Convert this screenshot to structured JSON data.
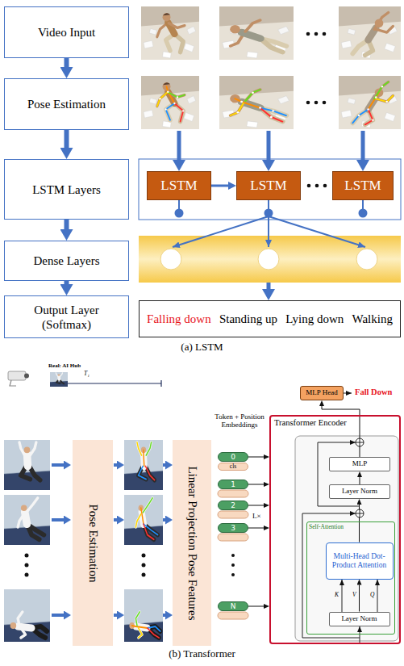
{
  "diagram": {
    "nodes": [
      {
        "text": [
          "Video Input"
        ]
      },
      {
        "text": [
          "Pose Estimation"
        ]
      },
      {
        "text": [
          "LSTM Layers"
        ]
      },
      {
        "text": [
          "LSTM"
        ]
      },
      {
        "text": [
          "LSTM"
        ]
      },
      {
        "text": [
          "LSTM"
        ]
      },
      {
        "text": [
          "Dense Layers"
        ]
      },
      {
        "text": [
          "Output Layer (Softmax)"
        ]
      },
      {
        "text": [
          "Falling down",
          "Standing up",
          "Lying down",
          "Walking"
        ]
      },
      {
        "text": [
          "Pose Estimation"
        ]
      },
      {
        "text": [
          "Linear Projection Pose Features"
        ]
      },
      {
        "text": [
          "0"
        ]
      },
      {
        "text": [
          "cls"
        ]
      },
      {
        "text": [
          "1"
        ]
      },
      {
        "text": [
          "2"
        ]
      },
      {
        "text": [
          "3"
        ]
      },
      {
        "text": [
          "N"
        ]
      },
      {
        "text": [
          "MLP Head"
        ]
      },
      {
        "text": [
          "Transformer Encoder"
        ]
      },
      {
        "text": [
          "MLP"
        ],
        "in": 18
      },
      {
        "text": [
          "Layer Norm"
        ],
        "in": 18
      },
      {
        "text": [
          "Self-Attention"
        ],
        "in": 18
      },
      {
        "text": [
          "Multi-Head Dot-Product Attention"
        ],
        "in": 21
      },
      {
        "text": [
          "Layer Norm"
        ],
        "in": 21
      }
    ],
    "edges": [
      {
        "from": 0,
        "to": 1,
        "arrow": "to"
      },
      {
        "from": 1,
        "to": 2,
        "arrow": "to"
      },
      {
        "from": 2,
        "to": 6,
        "arrow": "to"
      },
      {
        "from": 6,
        "to": 7,
        "arrow": "to"
      },
      {
        "from": 3,
        "to": 4,
        "arrow": "to"
      },
      {
        "from": 11,
        "to": 18,
        "arrow": "to"
      },
      {
        "from": 13,
        "to": 18,
        "arrow": "to"
      },
      {
        "from": 14,
        "to": 18,
        "arrow": "to"
      },
      {
        "from": 15,
        "to": 18,
        "arrow": "to"
      },
      {
        "from": 16,
        "to": 18,
        "arrow": "to"
      },
      {
        "from": 23,
        "to": 22,
        "arrow": "to"
      },
      {
        "from": 22,
        "to": 20,
        "arrow": "to"
      },
      {
        "from": 20,
        "to": 19,
        "arrow": "to"
      },
      {
        "from": 19,
        "to": 17,
        "arrow": "to"
      }
    ],
    "labels": [
      "(a) LSTM",
      "Real: AI Hub",
      "T₁",
      "Token + Position Embeddings",
      "L×",
      "Fall Down",
      "K",
      "V",
      "Q",
      "(b) Transformer"
    ]
  }
}
